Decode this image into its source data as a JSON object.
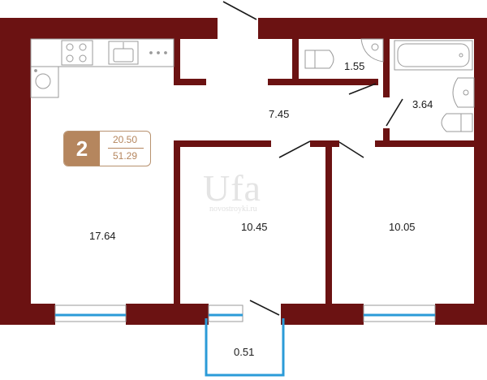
{
  "apartment": {
    "rooms": "2",
    "living_area": "20.50",
    "total_area": "51.29"
  },
  "rooms": {
    "kitchen_living": "17.64",
    "hall": "7.45",
    "bedroom_1": "10.45",
    "bedroom_2": "10.05",
    "toilet": "1.55",
    "bathroom": "3.64",
    "balcony": "0.51"
  },
  "watermark": {
    "logo": "Ufa",
    "site": "novostroyki.ru"
  },
  "colors": {
    "wall": "#6b1212",
    "badge_accent": "#b5865e",
    "window_glass": "#2b9bd8",
    "fixture_line": "#9a9a9a"
  }
}
